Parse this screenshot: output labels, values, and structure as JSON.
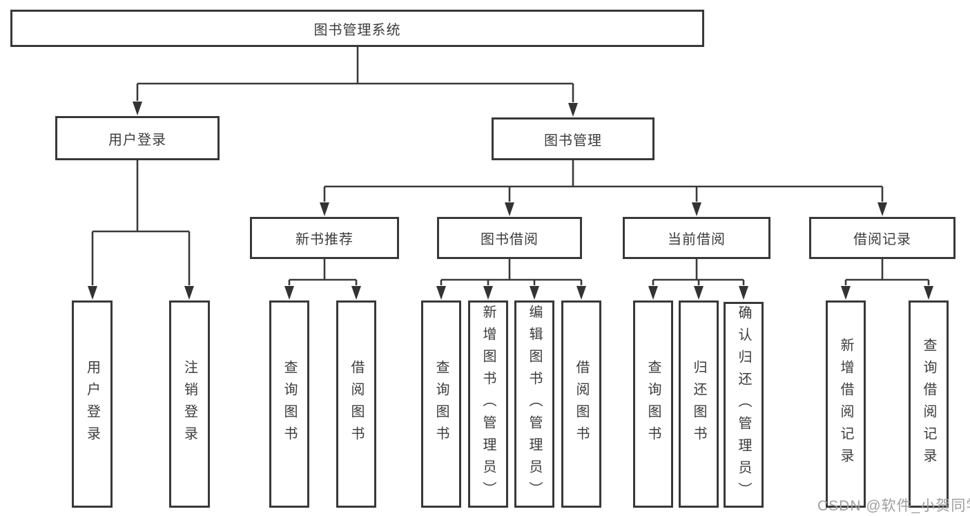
{
  "diagram": {
    "root": {
      "label": "图书管理系统"
    },
    "level2": [
      {
        "label": "用户登录"
      },
      {
        "label": "图书管理"
      }
    ],
    "level3": [
      {
        "label": "新书推荐"
      },
      {
        "label": "图书借阅"
      },
      {
        "label": "当前借阅"
      },
      {
        "label": "借阅记录"
      }
    ],
    "leaves": {
      "user_login": [
        {
          "label": "用户登录"
        },
        {
          "label": "注销登录"
        }
      ],
      "new_books": [
        {
          "label": "查询图书"
        },
        {
          "label": "借阅图书"
        }
      ],
      "book_borrow": [
        {
          "label": "查询图书"
        },
        {
          "label": "新增图书（管理员）"
        },
        {
          "label": "编辑图书（管理员）"
        },
        {
          "label": "借阅图书"
        }
      ],
      "current_borrow": [
        {
          "label": "查询图书"
        },
        {
          "label": "归还图书"
        },
        {
          "label": "确认归还（管理员）"
        }
      ],
      "borrow_records": [
        {
          "label": "新增借阅记录"
        },
        {
          "label": "查询借阅记录"
        }
      ]
    }
  },
  "watermark": {
    "text": "CSDN @软件_小贺同学"
  },
  "colors": {
    "line": "#3a3a3a",
    "box_border": "#383838",
    "text": "#3c3c3c",
    "watermark": "#9e9e9e",
    "background": "#ffffff"
  }
}
